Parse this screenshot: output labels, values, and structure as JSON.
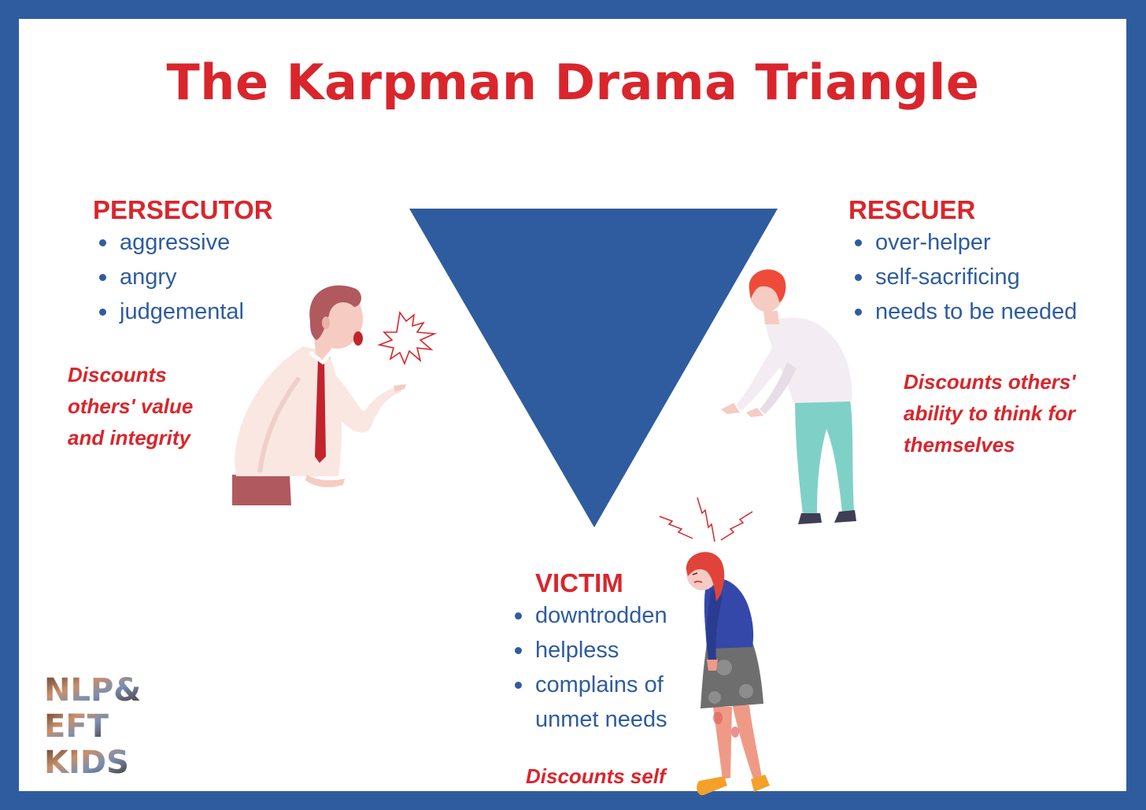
{
  "title": "The Karpman Drama Triangle",
  "colors": {
    "frame": "#2e5c9e",
    "accent_red": "#d8262c",
    "text_blue": "#2e5c9e",
    "background": "#ffffff"
  },
  "persecutor": {
    "heading": "PERSECUTOR",
    "traits": [
      "aggressive",
      "angry",
      "judgemental"
    ],
    "discount_lines": [
      "Discounts",
      "others' value",
      "and integrity"
    ]
  },
  "rescuer": {
    "heading": "RESCUER",
    "traits": [
      "over-helper",
      "self-sacrificing",
      "needs to be needed"
    ],
    "discount_lines": [
      "Discounts others'",
      "ability to think for",
      "themselves"
    ]
  },
  "victim": {
    "heading": "VICTIM",
    "traits": [
      "downtrodden",
      "helpless",
      "complains of",
      "unmet needs"
    ],
    "discount_lines": [
      "Discounts self"
    ]
  },
  "logo": {
    "lines": [
      "NLP&",
      "EFT",
      "KIDS"
    ]
  },
  "icons": [
    "triangle-icon",
    "shouting-man-illustration",
    "helping-man-illustration",
    "sad-woman-illustration",
    "logo-icon"
  ]
}
